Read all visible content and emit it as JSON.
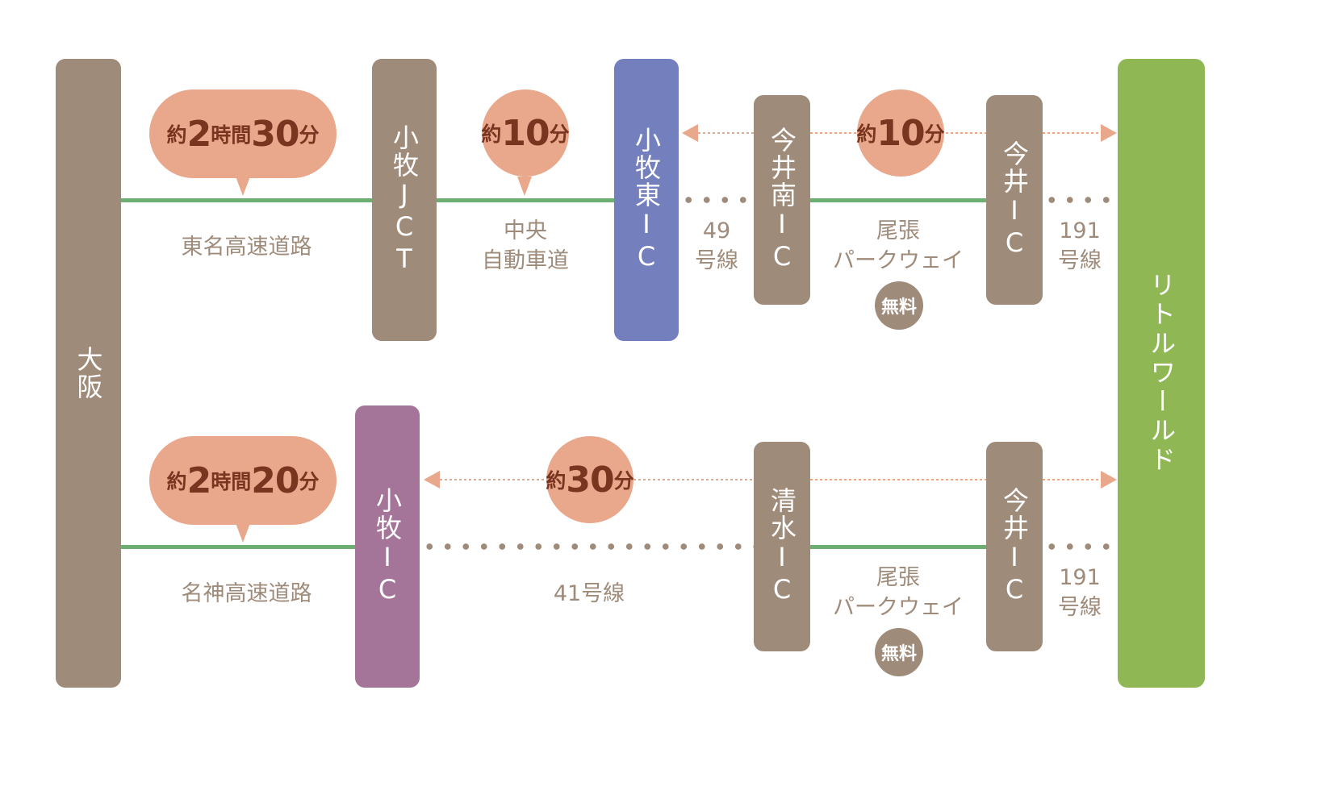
{
  "colors": {
    "node_default": "#9f8b7a",
    "node_komaki_higashi": "#7480bd",
    "node_komaki_ic": "#a47599",
    "destination": "#8fb854",
    "expressway_line": "#6daf73",
    "time_bubble": "#e9a78c",
    "time_text": "#7a3520"
  },
  "origin": "大阪",
  "destination": "リトルワールド",
  "route_top": {
    "nodes": {
      "komaki_jct": "小牧JCT",
      "komaki_higashi_ic": "小牧東IC",
      "imai_minami_ic": "今井南IC",
      "imai_ic": "今井IC"
    },
    "segments": {
      "tomei": {
        "road": "東名高速道路",
        "time_prefix": "約",
        "time_hours": "2",
        "time_hours_unit": "時間",
        "time_minutes": "30",
        "time_minutes_unit": "分"
      },
      "chuo": {
        "road_line1": "中央",
        "road_line2": "自動車道",
        "time_prefix": "約",
        "time_minutes": "10",
        "time_minutes_unit": "分"
      },
      "route49": {
        "line1": "49",
        "line2": "号線"
      },
      "owari": {
        "line1": "尾張",
        "line2": "パークウェイ",
        "free_badge": "無料"
      },
      "route191": {
        "line1": "191",
        "line2": "号線"
      },
      "local_time": {
        "time_prefix": "約",
        "time_minutes": "10",
        "time_minutes_unit": "分"
      }
    }
  },
  "route_bottom": {
    "nodes": {
      "komaki_ic": "小牧IC",
      "shimizu_ic": "清水IC",
      "imai_ic": "今井IC"
    },
    "segments": {
      "meishin": {
        "road": "名神高速道路",
        "time_prefix": "約",
        "time_hours": "2",
        "time_hours_unit": "時間",
        "time_minutes": "20",
        "time_minutes_unit": "分"
      },
      "route41": {
        "road": "41号線"
      },
      "owari": {
        "line1": "尾張",
        "line2": "パークウェイ",
        "free_badge": "無料"
      },
      "route191": {
        "line1": "191",
        "line2": "号線"
      },
      "local_time": {
        "time_prefix": "約",
        "time_minutes": "30",
        "time_minutes_unit": "分"
      }
    }
  }
}
